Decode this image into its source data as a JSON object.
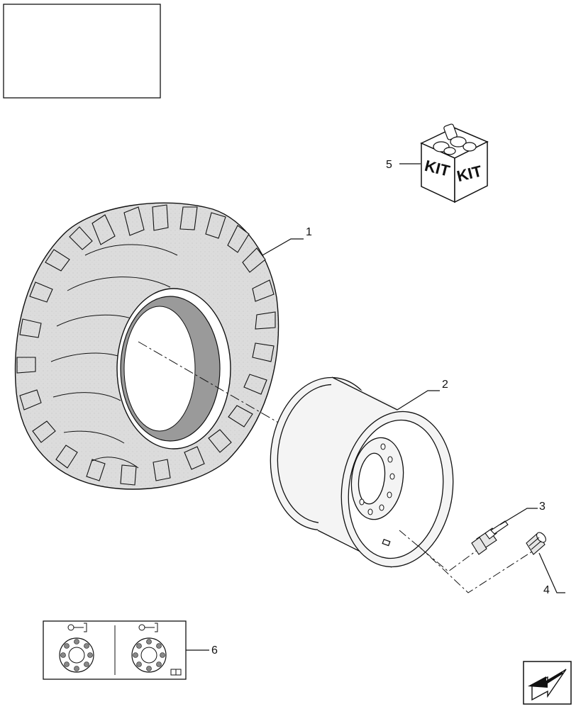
{
  "parts": [
    {
      "id": "tire",
      "number": "1"
    },
    {
      "id": "rim",
      "number": "2"
    },
    {
      "id": "valve-stem",
      "number": "3"
    },
    {
      "id": "valve-cap",
      "number": "4"
    },
    {
      "id": "kit-box",
      "number": "5"
    },
    {
      "id": "torque-decal",
      "number": "6"
    }
  ],
  "kit": {
    "label_left": "KIT",
    "label_right": "KIT"
  },
  "icons": {
    "nav_arrow": "return-arrow-icon",
    "torque_sequence": "bolt-pattern-icon",
    "manual": "book-icon"
  },
  "colors": {
    "line": "#111111",
    "tire_fill": "#dcdcdc",
    "tire_inner": "#9a9a9a",
    "rim_fill": "#f4f4f4"
  }
}
